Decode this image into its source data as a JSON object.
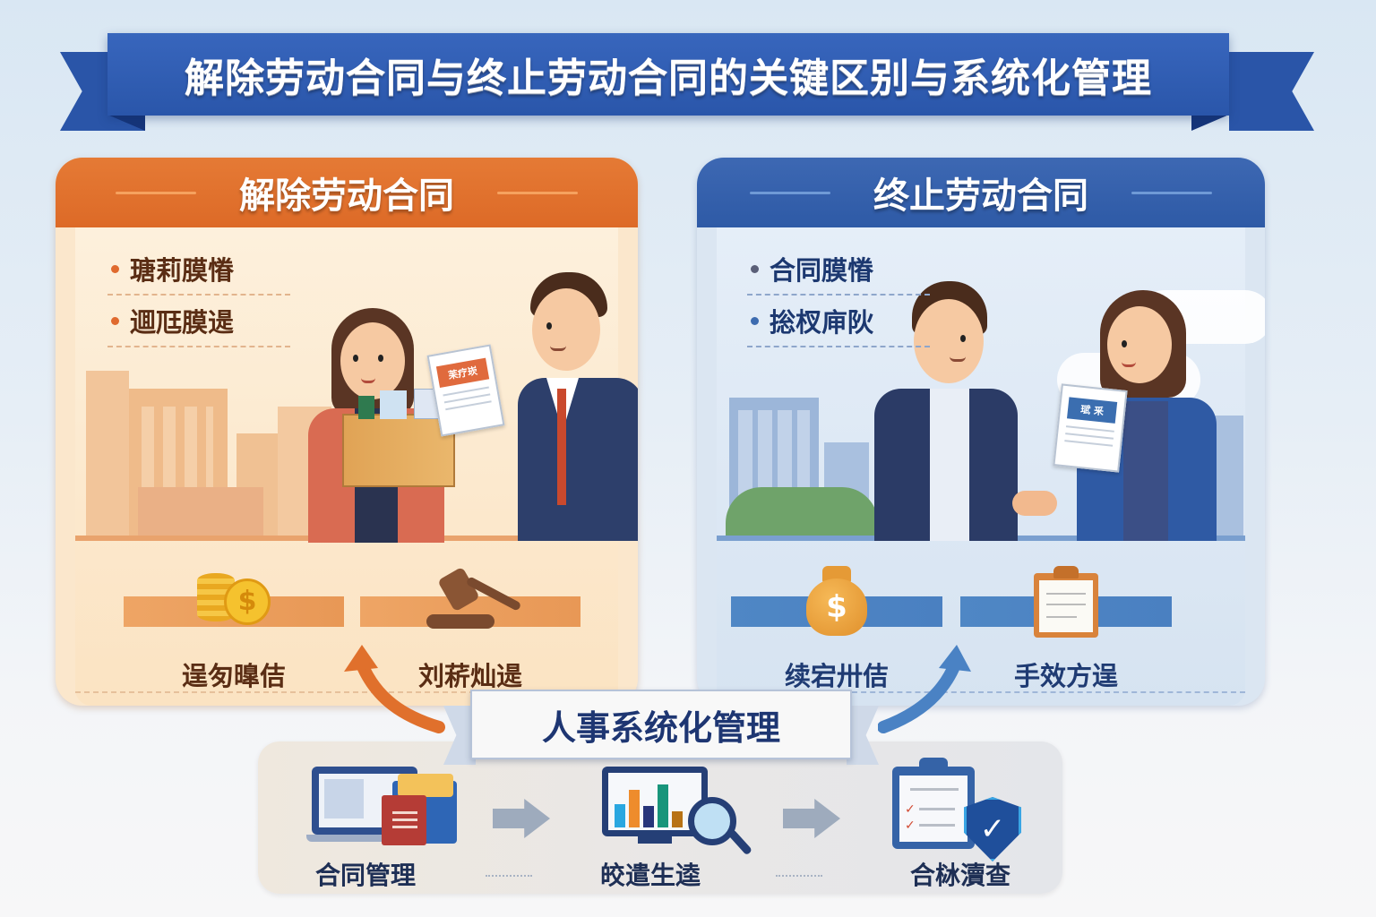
{
  "title": "解除劳动合同与终止劳动合同的关键区别与系统化管理",
  "colors": {
    "ribbon_blue": "#2f5cb0",
    "left_accent": "#e0702c",
    "right_accent": "#2f5ba7",
    "dark_navy": "#1e3672"
  },
  "left_panel": {
    "title": "解除劳动合同",
    "bullets": [
      {
        "text": "瑭莉膜慻",
        "icon": "bullet-dot"
      },
      {
        "text": "逥尫膜遈",
        "icon": "bullet-dot"
      }
    ],
    "illustration": {
      "description": "woman holding box of belongings, man in suit handing her a document",
      "document_label": "苿疗崁"
    },
    "features": [
      {
        "icon": "coins-icon",
        "label": "逞匇曍佶"
      },
      {
        "icon": "gavel-icon",
        "label": "刘菥灿遈"
      }
    ]
  },
  "right_panel": {
    "title": "终止劳动合同",
    "bullets": [
      {
        "text": "合同膜慻",
        "icon": "bullet-dot"
      },
      {
        "text": "捴杈庘阦",
        "icon": "bullet-dot"
      }
    ],
    "illustration": {
      "description": "man and woman shaking hands, woman holding a document",
      "document_label": "珷 釆"
    },
    "features": [
      {
        "icon": "money-bag-icon",
        "label": "续宕卅佶"
      },
      {
        "icon": "clipboard-icon",
        "label": "手效方逞"
      }
    ]
  },
  "center": {
    "title": "人事系统化管理"
  },
  "steps": [
    {
      "icon": "laptop-folders-icon",
      "label": "合同管理"
    },
    {
      "icon": "chart-magnifier-icon",
      "label": "皎遣生逵"
    },
    {
      "icon": "clipboard-shield-icon",
      "label": "合栤瀆查"
    }
  ]
}
